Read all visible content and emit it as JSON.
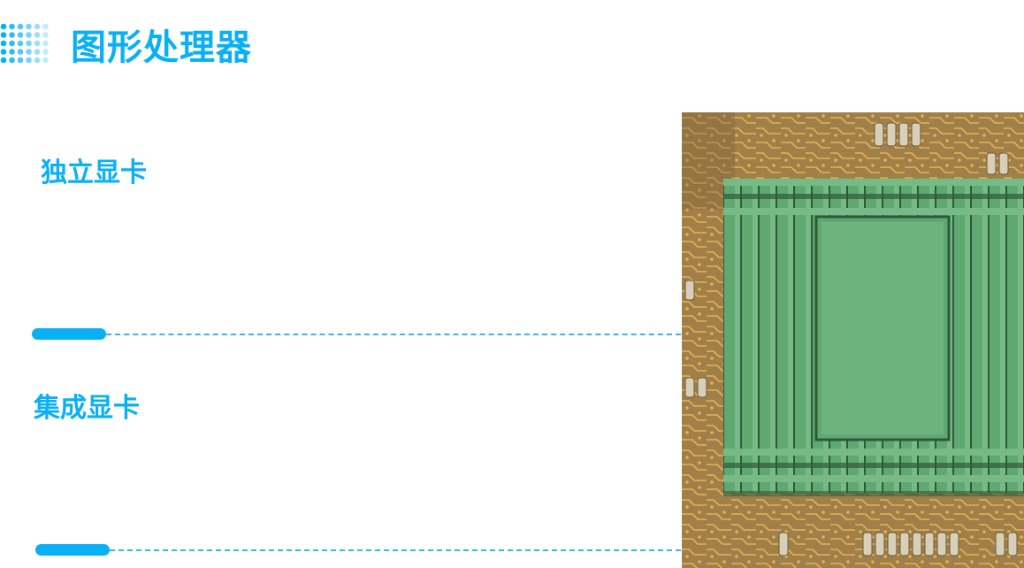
{
  "slide": {
    "title": "图形处理器",
    "sections": [
      {
        "heading": "独立显卡"
      },
      {
        "heading": "集成显卡"
      }
    ]
  },
  "colors": {
    "accent": "#0ab0f5",
    "dash": "#35b6f0",
    "board": "#a07f48",
    "board_dark": "#7c6238",
    "trace": "#e2b25a",
    "heatsink": "#5fa872",
    "heatsink_light": "#76bb86",
    "heatsink_dark": "#2f5a3a"
  },
  "icons": {
    "decoration": "dot-grid-icon"
  },
  "image": {
    "subject": "gpu-heatsink-on-circuit-board"
  }
}
